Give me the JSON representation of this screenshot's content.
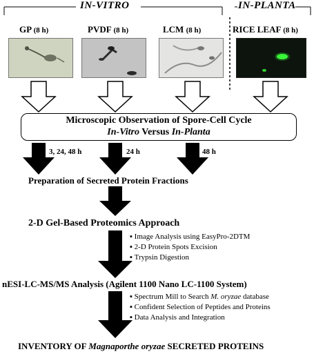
{
  "headers": {
    "in_vitro": "IN-VITRO",
    "in_planta": "IN-PLANTA"
  },
  "conditions": [
    {
      "name": "GP",
      "time": "(8 h)"
    },
    {
      "name": "PVDF",
      "time": "(8 h)"
    },
    {
      "name": "LCM",
      "time": "(8 h)"
    },
    {
      "name": "RICE LEAF",
      "time": "(8 h)"
    }
  ],
  "observation": {
    "line1": "Microscopic Observation of Spore-Cell Cycle",
    "line2_a": "In-Vitro",
    "line2_b": " Versus ",
    "line2_c": "In-Planta"
  },
  "timepoints": [
    "3, 24, 48 h",
    "24  h",
    "48 h"
  ],
  "steps": {
    "preparation": "Preparation of Secreted Protein Fractions",
    "gel": "2-D Gel-Based Proteomics Approach",
    "gel_bullets": [
      "Image Analysis using EasyPro-2DTM",
      "2-D Protein Spots Excision",
      "Trypsin Digestion"
    ],
    "ms": "nESI-LC-MS/MS Analysis (Agilent 1100 Nano LC-1100 System)",
    "ms_bullets_0_a": "Spectrum Mill to Search ",
    "ms_bullets_0_b": "M. oryzae",
    "ms_bullets_0_c": " database",
    "ms_bullets_rest": [
      "Confident Selection of Peptides and Proteins",
      "Data Analysis and Integration"
    ],
    "inventory_a": "INVENTORY OF ",
    "inventory_b": "Magnaporthe oryzae",
    "inventory_c": " SECRETED PROTEINS"
  },
  "colors": {
    "arrow_fill": "#000000",
    "outline_arrow_fill": "#ffffff",
    "fluorescence": "#3cff3c"
  }
}
